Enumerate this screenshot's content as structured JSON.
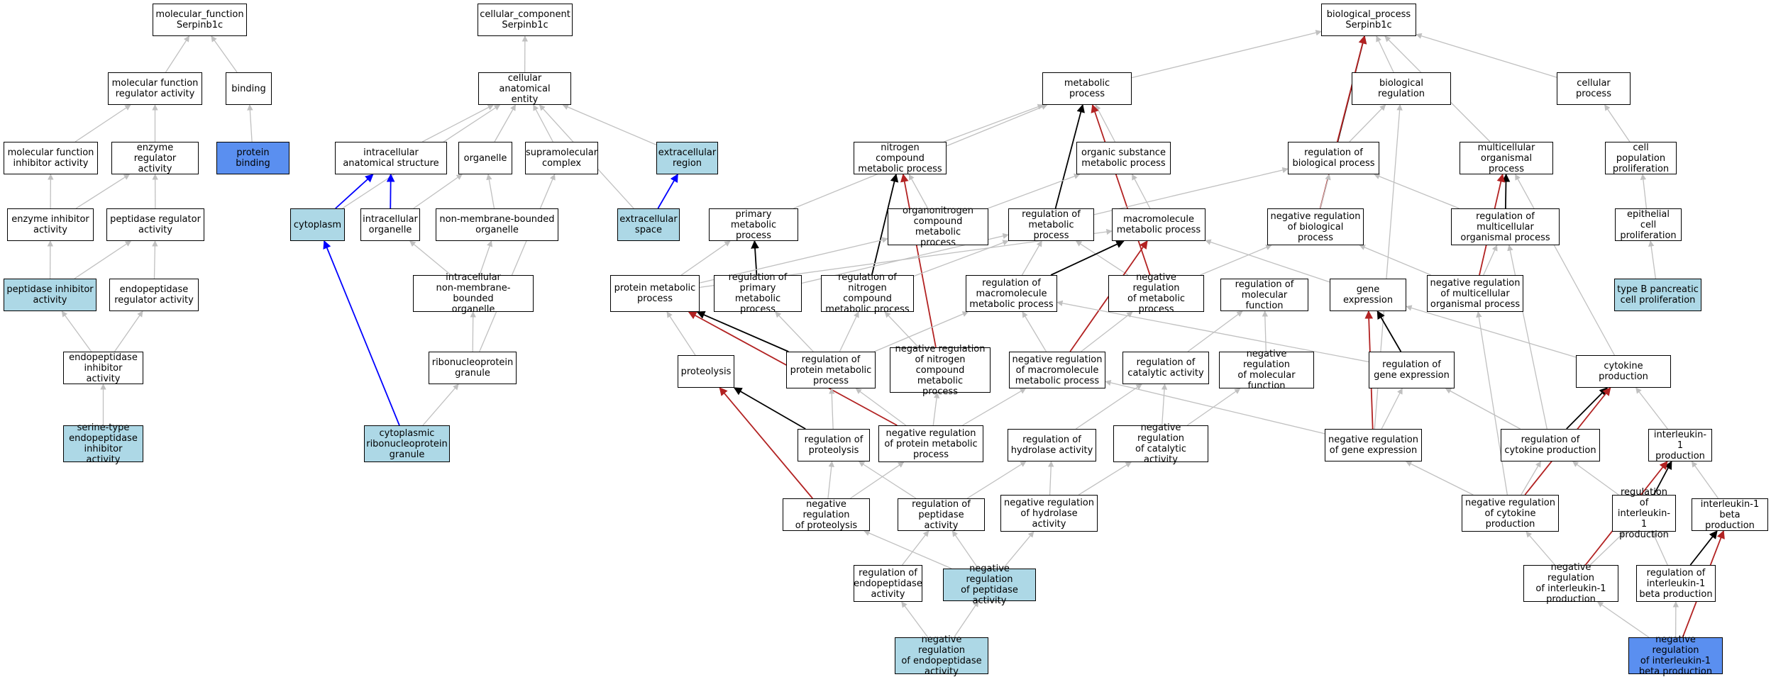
{
  "colors": {
    "gray": "#c0c0c0",
    "black": "#000000",
    "red": "#b22222",
    "blue": "#0000ff",
    "highlight_light": "#add8e6",
    "highlight_strong": "#5a8ff0"
  },
  "nodes": [
    {
      "id": "mf",
      "label": "molecular_function\nSerpinb1c"
    },
    {
      "id": "mfra",
      "label": "molecular function\nregulator activity"
    },
    {
      "id": "binding",
      "label": "binding"
    },
    {
      "id": "pbind",
      "label": "protein binding",
      "hl": "strong"
    },
    {
      "id": "mfia",
      "label": "molecular function\ninhibitor activity"
    },
    {
      "id": "era",
      "label": "enzyme regulator\nactivity"
    },
    {
      "id": "eia",
      "label": "enzyme inhibitor\nactivity"
    },
    {
      "id": "pra",
      "label": "peptidase regulator\nactivity"
    },
    {
      "id": "pia",
      "label": "peptidase inhibitor\nactivity",
      "hl": "light"
    },
    {
      "id": "epra",
      "label": "endopeptidase\nregulator activity"
    },
    {
      "id": "epia",
      "label": "endopeptidase\ninhibitor activity"
    },
    {
      "id": "stepia",
      "label": "serine-type\nendopeptidase\ninhibitor activity",
      "hl": "light"
    },
    {
      "id": "cc",
      "label": "cellular_component\nSerpinb1c"
    },
    {
      "id": "cae",
      "label": "cellular anatomical\nentity"
    },
    {
      "id": "ias",
      "label": "intracellular\nanatomical structure"
    },
    {
      "id": "organelle",
      "label": "organelle"
    },
    {
      "id": "supra",
      "label": "supramolecular\ncomplex"
    },
    {
      "id": "exreg",
      "label": "extracellular\nregion",
      "hl": "light"
    },
    {
      "id": "cyto",
      "label": "cytoplasm",
      "hl": "light"
    },
    {
      "id": "intorg",
      "label": "intracellular\norganelle"
    },
    {
      "id": "nmbo",
      "label": "non-membrane-bounded\norganelle"
    },
    {
      "id": "exsp",
      "label": "extracellular\nspace",
      "hl": "light"
    },
    {
      "id": "inmbo",
      "label": "intracellular\nnon-membrane-bounded\norganelle"
    },
    {
      "id": "rnpg",
      "label": "ribonucleoprotein\ngranule"
    },
    {
      "id": "crnpg",
      "label": "cytoplasmic\nribonucleoprotein\ngranule",
      "hl": "light"
    },
    {
      "id": "bp",
      "label": "biological_process\nSerpinb1c"
    },
    {
      "id": "metab",
      "label": "metabolic process"
    },
    {
      "id": "bioreg",
      "label": "biological regulation"
    },
    {
      "id": "cellproc",
      "label": "cellular process"
    },
    {
      "id": "ncmp",
      "label": "nitrogen compound\nmetabolic process"
    },
    {
      "id": "osmp",
      "label": "organic substance\nmetabolic process"
    },
    {
      "id": "regbp",
      "label": "regulation of\nbiological process"
    },
    {
      "id": "multi",
      "label": "multicellular\norganismal process"
    },
    {
      "id": "cpp",
      "label": "cell population\nproliferation"
    },
    {
      "id": "pmp",
      "label": "primary metabolic\nprocess"
    },
    {
      "id": "oncmp",
      "label": "organonitrogen\ncompound metabolic\nprocess"
    },
    {
      "id": "regmp",
      "label": "regulation of\nmetabolic process"
    },
    {
      "id": "macmp",
      "label": "macromolecule\nmetabolic process"
    },
    {
      "id": "nrbp",
      "label": "negative regulation\nof biological\nprocess"
    },
    {
      "id": "regmop",
      "label": "regulation of\nmulticellular\norganismal process"
    },
    {
      "id": "ecp",
      "label": "epithelial cell\nproliferation"
    },
    {
      "id": "protmp",
      "label": "protein metabolic\nprocess"
    },
    {
      "id": "regpmp",
      "label": "regulation of\nprimary metabolic\nprocess"
    },
    {
      "id": "regncmp",
      "label": "regulation of\nnitrogen compound\nmetabolic process"
    },
    {
      "id": "regmacmp",
      "label": "regulation of\nmacromolecule\nmetabolic process"
    },
    {
      "id": "nrmp",
      "label": "negative regulation\nof metabolic\nprocess"
    },
    {
      "id": "regmf",
      "label": "regulation of\nmolecular function"
    },
    {
      "id": "geneexp",
      "label": "gene expression"
    },
    {
      "id": "nrmop",
      "label": "negative regulation\nof multicellular\norganismal process"
    },
    {
      "id": "tbpcp",
      "label": "type B pancreatic\ncell proliferation",
      "hl": "light"
    },
    {
      "id": "proteolysis",
      "label": "proteolysis"
    },
    {
      "id": "regprotmp",
      "label": "regulation of\nprotein metabolic\nprocess"
    },
    {
      "id": "nrncmp",
      "label": "negative regulation\nof nitrogen\ncompound metabolic\nprocess"
    },
    {
      "id": "nrmacmp",
      "label": "negative regulation\nof macromolecule\nmetabolic process"
    },
    {
      "id": "regcat",
      "label": "regulation of\ncatalytic activity"
    },
    {
      "id": "nrmf",
      "label": "negative regulation\nof molecular\nfunction"
    },
    {
      "id": "regge",
      "label": "regulation of\ngene expression"
    },
    {
      "id": "cytprod",
      "label": "cytokine production"
    },
    {
      "id": "regprot",
      "label": "regulation of\nproteolysis"
    },
    {
      "id": "nrprotmp",
      "label": "negative regulation\nof protein metabolic\nprocess"
    },
    {
      "id": "reghyd",
      "label": "regulation of\nhydrolase activity"
    },
    {
      "id": "nrcat",
      "label": "negative regulation\nof catalytic\nactivity"
    },
    {
      "id": "nrge",
      "label": "negative regulation\nof gene expression"
    },
    {
      "id": "regcyt",
      "label": "regulation of\ncytokine production"
    },
    {
      "id": "il1p",
      "label": "interleukin-1\nproduction"
    },
    {
      "id": "nrprot",
      "label": "negative regulation\nof proteolysis"
    },
    {
      "id": "regpep",
      "label": "regulation of\npeptidase activity"
    },
    {
      "id": "nrhyd",
      "label": "negative regulation\nof hydrolase\nactivity"
    },
    {
      "id": "nrcyt",
      "label": "negative regulation\nof cytokine\nproduction"
    },
    {
      "id": "regil1",
      "label": "regulation of\ninterleukin-1\nproduction"
    },
    {
      "id": "il1bp",
      "label": "interleukin-1\nbeta production"
    },
    {
      "id": "regendo",
      "label": "regulation of\nendopeptidase\nactivity"
    },
    {
      "id": "nrpep",
      "label": "negative regulation\nof peptidase\nactivity",
      "hl": "light"
    },
    {
      "id": "nril1",
      "label": "negative regulation\nof interleukin-1\nproduction"
    },
    {
      "id": "regil1b",
      "label": "regulation of\ninterleukin-1\nbeta production"
    },
    {
      "id": "nrendo",
      "label": "negative regulation\nof endopeptidase\nactivity",
      "hl": "light"
    },
    {
      "id": "nril1b",
      "label": "negative regulation\nof interleukin-1\nbeta production",
      "hl": "strong"
    }
  ],
  "edges": [
    [
      "mfra",
      "mf",
      "gray"
    ],
    [
      "binding",
      "mf",
      "gray"
    ],
    [
      "pbind",
      "binding",
      "gray"
    ],
    [
      "mfia",
      "mfra",
      "gray"
    ],
    [
      "era",
      "mfra",
      "gray"
    ],
    [
      "eia",
      "mfia",
      "gray"
    ],
    [
      "eia",
      "era",
      "gray"
    ],
    [
      "pra",
      "era",
      "gray"
    ],
    [
      "pia",
      "eia",
      "gray"
    ],
    [
      "pia",
      "pra",
      "gray"
    ],
    [
      "epra",
      "pra",
      "gray"
    ],
    [
      "epia",
      "pia",
      "gray"
    ],
    [
      "epia",
      "epra",
      "gray"
    ],
    [
      "stepia",
      "epia",
      "gray"
    ],
    [
      "cae",
      "cc",
      "gray"
    ],
    [
      "ias",
      "cae",
      "gray"
    ],
    [
      "organelle",
      "cae",
      "gray"
    ],
    [
      "supra",
      "cae",
      "gray"
    ],
    [
      "exreg",
      "cae",
      "gray"
    ],
    [
      "cyto",
      "cae",
      "gray"
    ],
    [
      "exsp",
      "cae",
      "gray"
    ],
    [
      "cyto",
      "ias",
      "blue"
    ],
    [
      "intorg",
      "ias",
      "blue"
    ],
    [
      "intorg",
      "organelle",
      "gray"
    ],
    [
      "nmbo",
      "organelle",
      "gray"
    ],
    [
      "exsp",
      "exreg",
      "blue"
    ],
    [
      "inmbo",
      "intorg",
      "gray"
    ],
    [
      "inmbo",
      "nmbo",
      "gray"
    ],
    [
      "rnpg",
      "inmbo",
      "gray"
    ],
    [
      "rnpg",
      "supra",
      "gray"
    ],
    [
      "crnpg",
      "rnpg",
      "gray"
    ],
    [
      "crnpg",
      "cyto",
      "blue"
    ],
    [
      "metab",
      "bp",
      "gray"
    ],
    [
      "bioreg",
      "bp",
      "gray"
    ],
    [
      "cellproc",
      "bp",
      "gray"
    ],
    [
      "multi",
      "bp",
      "gray"
    ],
    [
      "regbp",
      "bp",
      "black"
    ],
    [
      "nrbp",
      "bp",
      "red"
    ],
    [
      "ncmp",
      "metab",
      "gray"
    ],
    [
      "osmp",
      "metab",
      "gray"
    ],
    [
      "pmp",
      "metab",
      "gray"
    ],
    [
      "regmp",
      "metab",
      "black"
    ],
    [
      "nrmp",
      "metab",
      "red"
    ],
    [
      "regbp",
      "bioreg",
      "gray"
    ],
    [
      "nrge",
      "bioreg",
      "gray"
    ],
    [
      "cpp",
      "cellproc",
      "gray"
    ],
    [
      "ecp",
      "cpp",
      "gray"
    ],
    [
      "tbpcp",
      "ecp",
      "gray"
    ],
    [
      "oncmp",
      "ncmp",
      "gray"
    ],
    [
      "regncmp",
      "ncmp",
      "black"
    ],
    [
      "nrncmp",
      "ncmp",
      "red"
    ],
    [
      "oncmp",
      "osmp",
      "gray"
    ],
    [
      "macmp",
      "osmp",
      "gray"
    ],
    [
      "regmp",
      "regbp",
      "gray"
    ],
    [
      "nrbp",
      "regbp",
      "gray"
    ],
    [
      "regmop",
      "regbp",
      "gray"
    ],
    [
      "regmop",
      "multi",
      "black"
    ],
    [
      "nrmop",
      "multi",
      "red"
    ],
    [
      "cytprod",
      "multi",
      "gray"
    ],
    [
      "protmp",
      "pmp",
      "gray"
    ],
    [
      "regpmp",
      "pmp",
      "black"
    ],
    [
      "protmp",
      "oncmp",
      "gray"
    ],
    [
      "regncmp",
      "regmp",
      "gray"
    ],
    [
      "regpmp",
      "regmp",
      "gray"
    ],
    [
      "regmacmp",
      "regmp",
      "gray"
    ],
    [
      "nrmp",
      "regmp",
      "gray"
    ],
    [
      "protmp",
      "macmp",
      "gray"
    ],
    [
      "geneexp",
      "macmp",
      "gray"
    ],
    [
      "regmacmp",
      "macmp",
      "black"
    ],
    [
      "nrmacmp",
      "macmp",
      "red"
    ],
    [
      "nrmp",
      "nrbp",
      "gray"
    ],
    [
      "nrmop",
      "nrbp",
      "gray"
    ],
    [
      "nrmop",
      "regmop",
      "gray"
    ],
    [
      "regcyt",
      "regmop",
      "gray"
    ],
    [
      "regprotmp",
      "regpmp",
      "gray"
    ],
    [
      "regprotmp",
      "regncmp",
      "gray"
    ],
    [
      "nrncmp",
      "regncmp",
      "gray"
    ],
    [
      "regprotmp",
      "regmacmp",
      "gray"
    ],
    [
      "nrmacmp",
      "regmacmp",
      "gray"
    ],
    [
      "regge",
      "regmacmp",
      "gray"
    ],
    [
      "nrmacmp",
      "nrmp",
      "gray"
    ],
    [
      "nrcyt",
      "nrmop",
      "gray"
    ],
    [
      "regcat",
      "regmf",
      "gray"
    ],
    [
      "nrmf",
      "regmf",
      "gray"
    ],
    [
      "regge",
      "geneexp",
      "black"
    ],
    [
      "nrge",
      "geneexp",
      "red"
    ],
    [
      "cytprod",
      "geneexp",
      "gray"
    ],
    [
      "proteolysis",
      "protmp",
      "gray"
    ],
    [
      "regprotmp",
      "protmp",
      "black"
    ],
    [
      "nrprotmp",
      "protmp",
      "red"
    ],
    [
      "regprot",
      "proteolysis",
      "black"
    ],
    [
      "nrprot",
      "proteolysis",
      "red"
    ],
    [
      "regprot",
      "regprotmp",
      "gray"
    ],
    [
      "nrprotmp",
      "regprotmp",
      "gray"
    ],
    [
      "nrprotmp",
      "nrncmp",
      "gray"
    ],
    [
      "nrprotmp",
      "nrmacmp",
      "gray"
    ],
    [
      "nrge",
      "nrmacmp",
      "gray"
    ],
    [
      "reghyd",
      "regcat",
      "gray"
    ],
    [
      "nrcat",
      "regcat",
      "gray"
    ],
    [
      "nrcat",
      "nrmf",
      "gray"
    ],
    [
      "nrge",
      "regge",
      "gray"
    ],
    [
      "regcyt",
      "regge",
      "gray"
    ],
    [
      "regcyt",
      "cytprod",
      "black"
    ],
    [
      "il1p",
      "cytprod",
      "gray"
    ],
    [
      "nrcyt",
      "cytprod",
      "red"
    ],
    [
      "nrprot",
      "regprot",
      "gray"
    ],
    [
      "nrprot",
      "nrprotmp",
      "gray"
    ],
    [
      "regpep",
      "reghyd",
      "gray"
    ],
    [
      "nrhyd",
      "reghyd",
      "gray"
    ],
    [
      "nrhyd",
      "nrcat",
      "gray"
    ],
    [
      "nrcyt",
      "nrge",
      "gray"
    ],
    [
      "nrcyt",
      "regcyt",
      "gray"
    ],
    [
      "regil1",
      "regcyt",
      "gray"
    ],
    [
      "regil1",
      "il1p",
      "black"
    ],
    [
      "nril1",
      "il1p",
      "red"
    ],
    [
      "il1bp",
      "il1p",
      "gray"
    ],
    [
      "regpep",
      "regprot",
      "gray"
    ],
    [
      "regendo",
      "regpep",
      "gray"
    ],
    [
      "nrpep",
      "regpep",
      "gray"
    ],
    [
      "nrpep",
      "nrprot",
      "gray"
    ],
    [
      "nrpep",
      "nrhyd",
      "gray"
    ],
    [
      "nril1",
      "nrcyt",
      "gray"
    ],
    [
      "nril1",
      "regil1",
      "gray"
    ],
    [
      "regil1b",
      "regil1",
      "gray"
    ],
    [
      "regil1b",
      "il1bp",
      "black"
    ],
    [
      "nril1b",
      "il1bp",
      "red"
    ],
    [
      "nrendo",
      "regendo",
      "gray"
    ],
    [
      "nrendo",
      "nrpep",
      "gray"
    ],
    [
      "nril1b",
      "nril1",
      "gray"
    ],
    [
      "nril1b",
      "regil1b",
      "gray"
    ]
  ]
}
